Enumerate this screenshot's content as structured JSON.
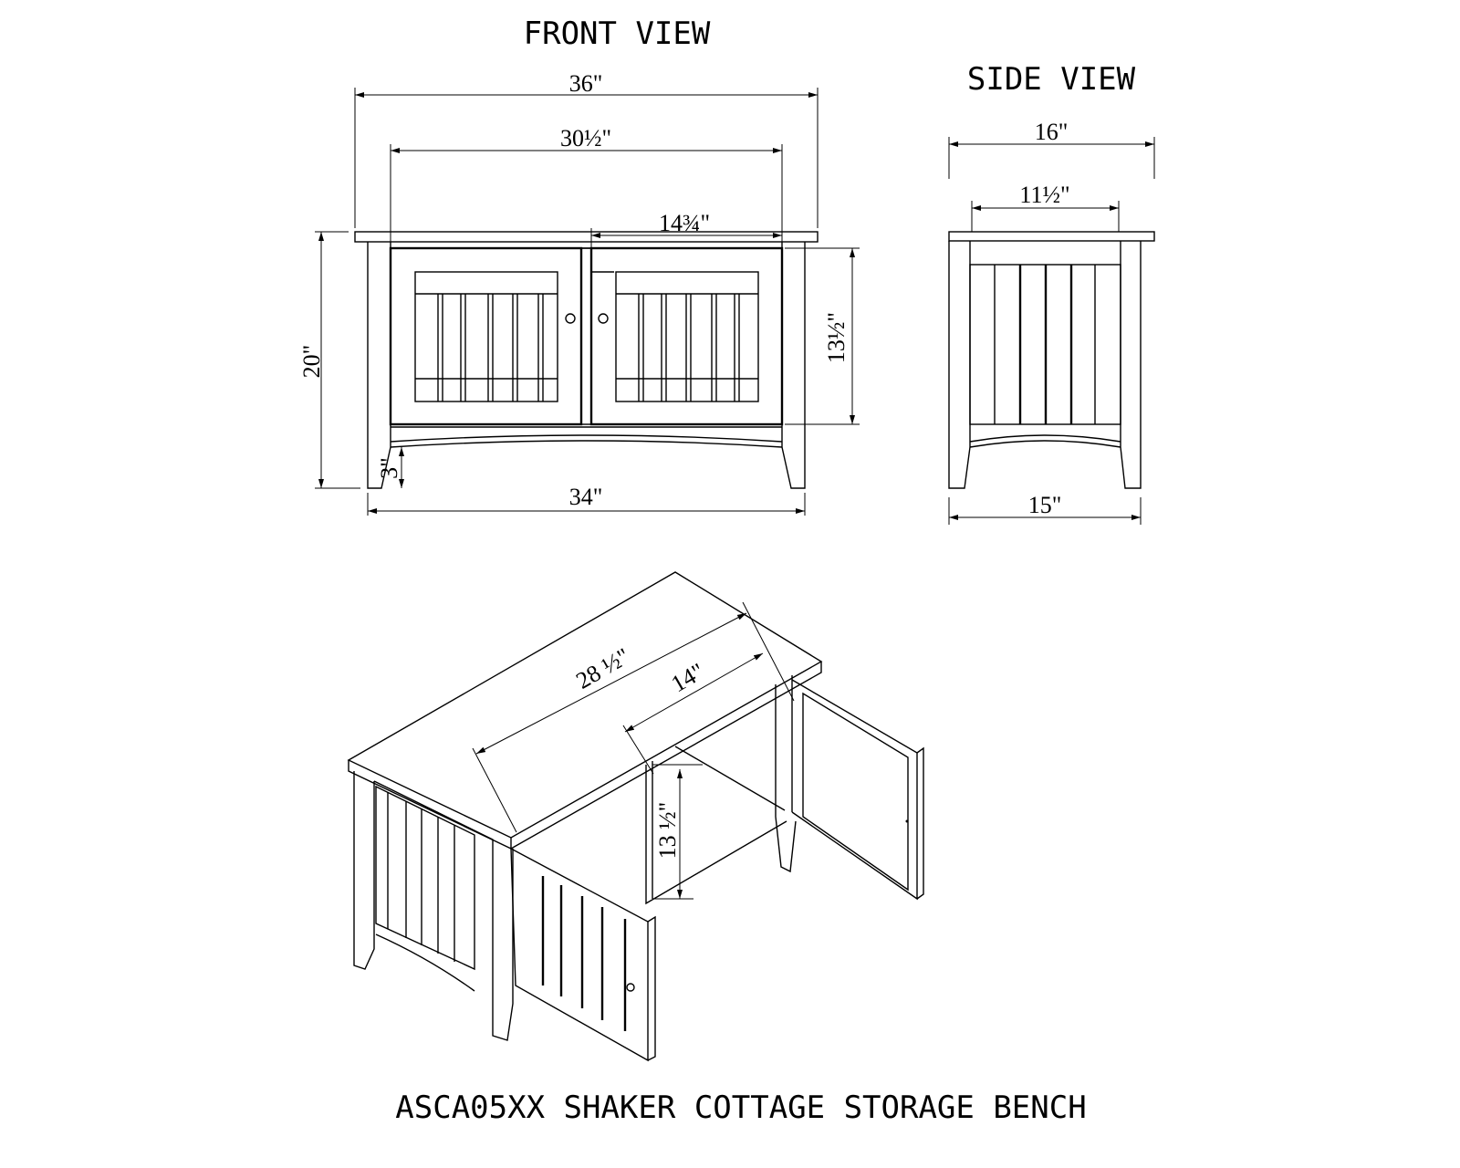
{
  "front_view": {
    "title": "FRONT VIEW",
    "dims": {
      "overall_width": "36\"",
      "inner_width": "30½\"",
      "door_width": "14¾\"",
      "height": "20\"",
      "door_height": "13½\"",
      "leg_clearance": "3\"",
      "base_width": "34\""
    }
  },
  "side_view": {
    "title": "SIDE VIEW",
    "dims": {
      "top_depth": "16\"",
      "panel_depth": "11½\"",
      "base_depth": "15\""
    }
  },
  "iso_view": {
    "dims": {
      "interior_length": "28 ½\"",
      "compartment_width": "14\"",
      "interior_height": "13 ½\""
    }
  },
  "caption": "ASCA05XX SHAKER COTTAGE STORAGE  BENCH",
  "colors": {
    "line": "#000000",
    "background": "#ffffff"
  }
}
